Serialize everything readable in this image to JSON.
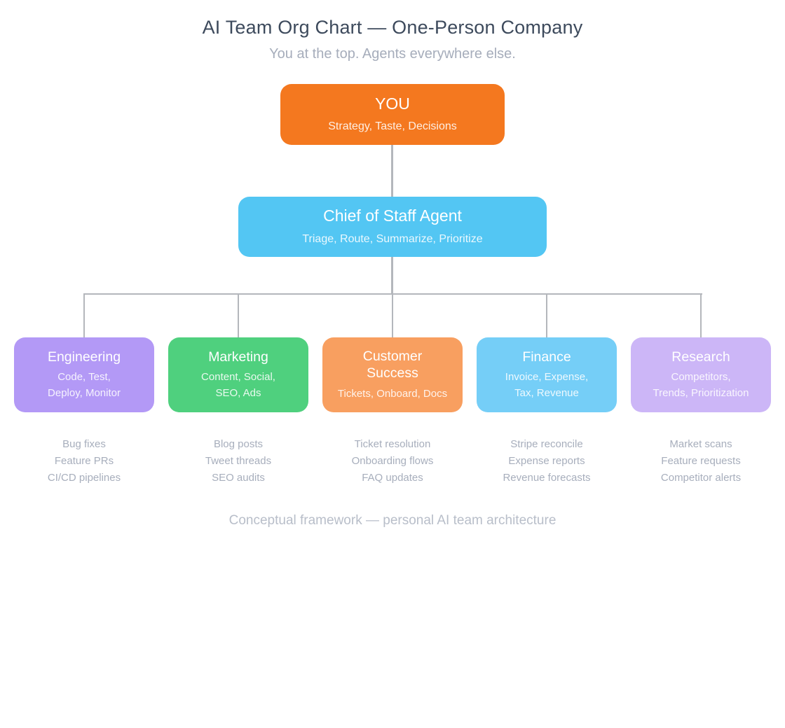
{
  "page": {
    "title": "AI Team Org Chart — One-Person Company",
    "subtitle": "You at the top. Agents everywhere else.",
    "footer": "Conceptual framework — personal AI team architecture"
  },
  "org": {
    "root": {
      "title": "YOU",
      "subtitle": "Strategy, Taste, Decisions",
      "color": "#f4781f"
    },
    "manager": {
      "title": "Chief of Staff Agent",
      "subtitle": "Triage, Route, Summarize, Prioritize",
      "color": "#53c6f3"
    },
    "departments": [
      {
        "title": "Engineering",
        "subtitle": "Code, Test, Deploy, Monitor",
        "color": "#b399f6",
        "tasks": [
          "Bug fixes",
          "Feature PRs",
          "CI/CD pipelines"
        ]
      },
      {
        "title": "Marketing",
        "subtitle": "Content, Social, SEO, Ads",
        "color": "#4fd07e",
        "tasks": [
          "Blog posts",
          "Tweet threads",
          "SEO audits"
        ]
      },
      {
        "title": "Customer Success",
        "subtitle": "Tickets, Onboard, Docs",
        "color": "#f89f60",
        "tasks": [
          "Ticket resolution",
          "Onboarding flows",
          "FAQ updates"
        ]
      },
      {
        "title": "Finance",
        "subtitle": "Invoice, Expense, Tax, Revenue",
        "color": "#75cef7",
        "tasks": [
          "Stripe reconcile",
          "Expense reports",
          "Revenue forecasts"
        ]
      },
      {
        "title": "Research",
        "subtitle": "Competitors, Trends, Prioritization",
        "color": "#ccb6f7",
        "tasks": [
          "Market scans",
          "Feature requests",
          "Competitor alerts"
        ]
      }
    ],
    "connector_color": "#b4b7bc"
  }
}
